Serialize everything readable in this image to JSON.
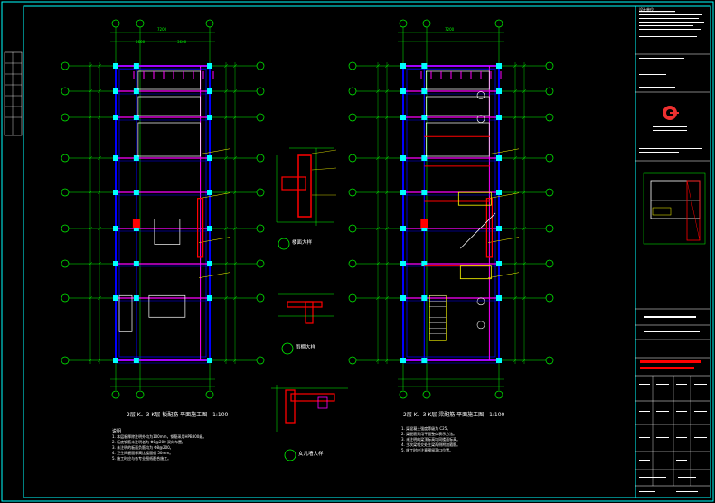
{
  "drawing": {
    "left_plan": {
      "title": "2层 K、3 K层 板配筋 平面施工图",
      "scale": "1:100",
      "total_width": "7200",
      "sub_widths": [
        "3600",
        "3600"
      ]
    },
    "right_plan": {
      "title": "2层 K、3 K层 梁配筋 平面施工图",
      "scale": "1:100",
      "total_width": "7200"
    },
    "details": [
      {
        "label": "楼面大样"
      },
      {
        "label": "雨棚大样"
      },
      {
        "label": "女儿墙大样"
      }
    ],
    "notes_left": {
      "heading": "说明",
      "lines": [
        "1. 本层板厚除注明外均为100mm，钢筋采用HPB300级。",
        "2. 板底钢筋未注明者为 Φ8@200 双向布置。",
        "3. 未注明的板面负筋均为 Φ8@200。",
        "4. 卫生间板面标高比楼面低 50mm。",
        "5. 施工时应与各专业图纸配合施工。"
      ]
    },
    "notes_right": {
      "lines": [
        "1. 梁混凝土强度等级为 C25。",
        "2. 梁配筋采用平面整体表示方法。",
        "3. 未注明的梁顶标高均同楼面标高。",
        "4. 主次梁相交处主梁两侧附加箍筋。",
        "5. 施工时应注意预留洞口位置。"
      ]
    },
    "title_block": {
      "design_unit": "设计单位"
    }
  },
  "colors": {
    "background": "#000000",
    "border": "#00ffff",
    "grid_line": "#00ff00",
    "wall": "#0000ff",
    "beam": "#ff00ff",
    "column": "#00ffff",
    "rebar": "#ff0000",
    "annotation": "#ffff00",
    "text": "#ffffff"
  }
}
